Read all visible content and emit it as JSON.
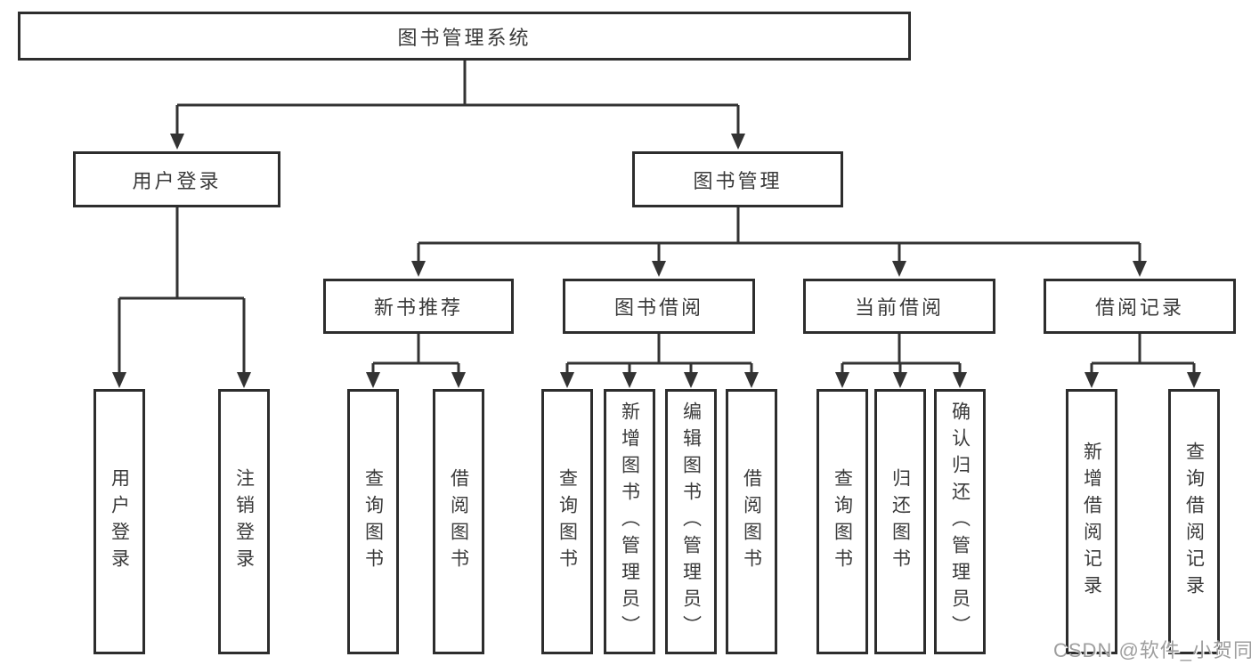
{
  "diagram": {
    "title": "图书管理系统",
    "level2": [
      {
        "label": "用户登录",
        "leaves": [
          {
            "label": "用户登录"
          },
          {
            "label": "注销登录"
          }
        ]
      },
      {
        "label": "图书管理",
        "children": [
          {
            "label": "新书推荐",
            "leaves": [
              {
                "label": "查询图书"
              },
              {
                "label": "借阅图书"
              }
            ]
          },
          {
            "label": "图书借阅",
            "leaves": [
              {
                "label": "查询图书"
              },
              {
                "label": "新增图书（管理员）"
              },
              {
                "label": "编辑图书（管理员）"
              },
              {
                "label": "借阅图书"
              }
            ]
          },
          {
            "label": "当前借阅",
            "leaves": [
              {
                "label": "查询图书"
              },
              {
                "label": "归还图书"
              },
              {
                "label": "确认归还（管理员）"
              }
            ]
          },
          {
            "label": "借阅记录",
            "leaves": [
              {
                "label": "新增借阅记录"
              },
              {
                "label": "查询借阅记录"
              }
            ]
          }
        ]
      }
    ]
  },
  "watermark": "CSDN @软件_小贺同学",
  "colors": {
    "line": "#333333",
    "box_border": "#2d2d2d",
    "text": "#3a3a3a",
    "background": "#ffffff",
    "watermark": "#9e9e9e"
  }
}
